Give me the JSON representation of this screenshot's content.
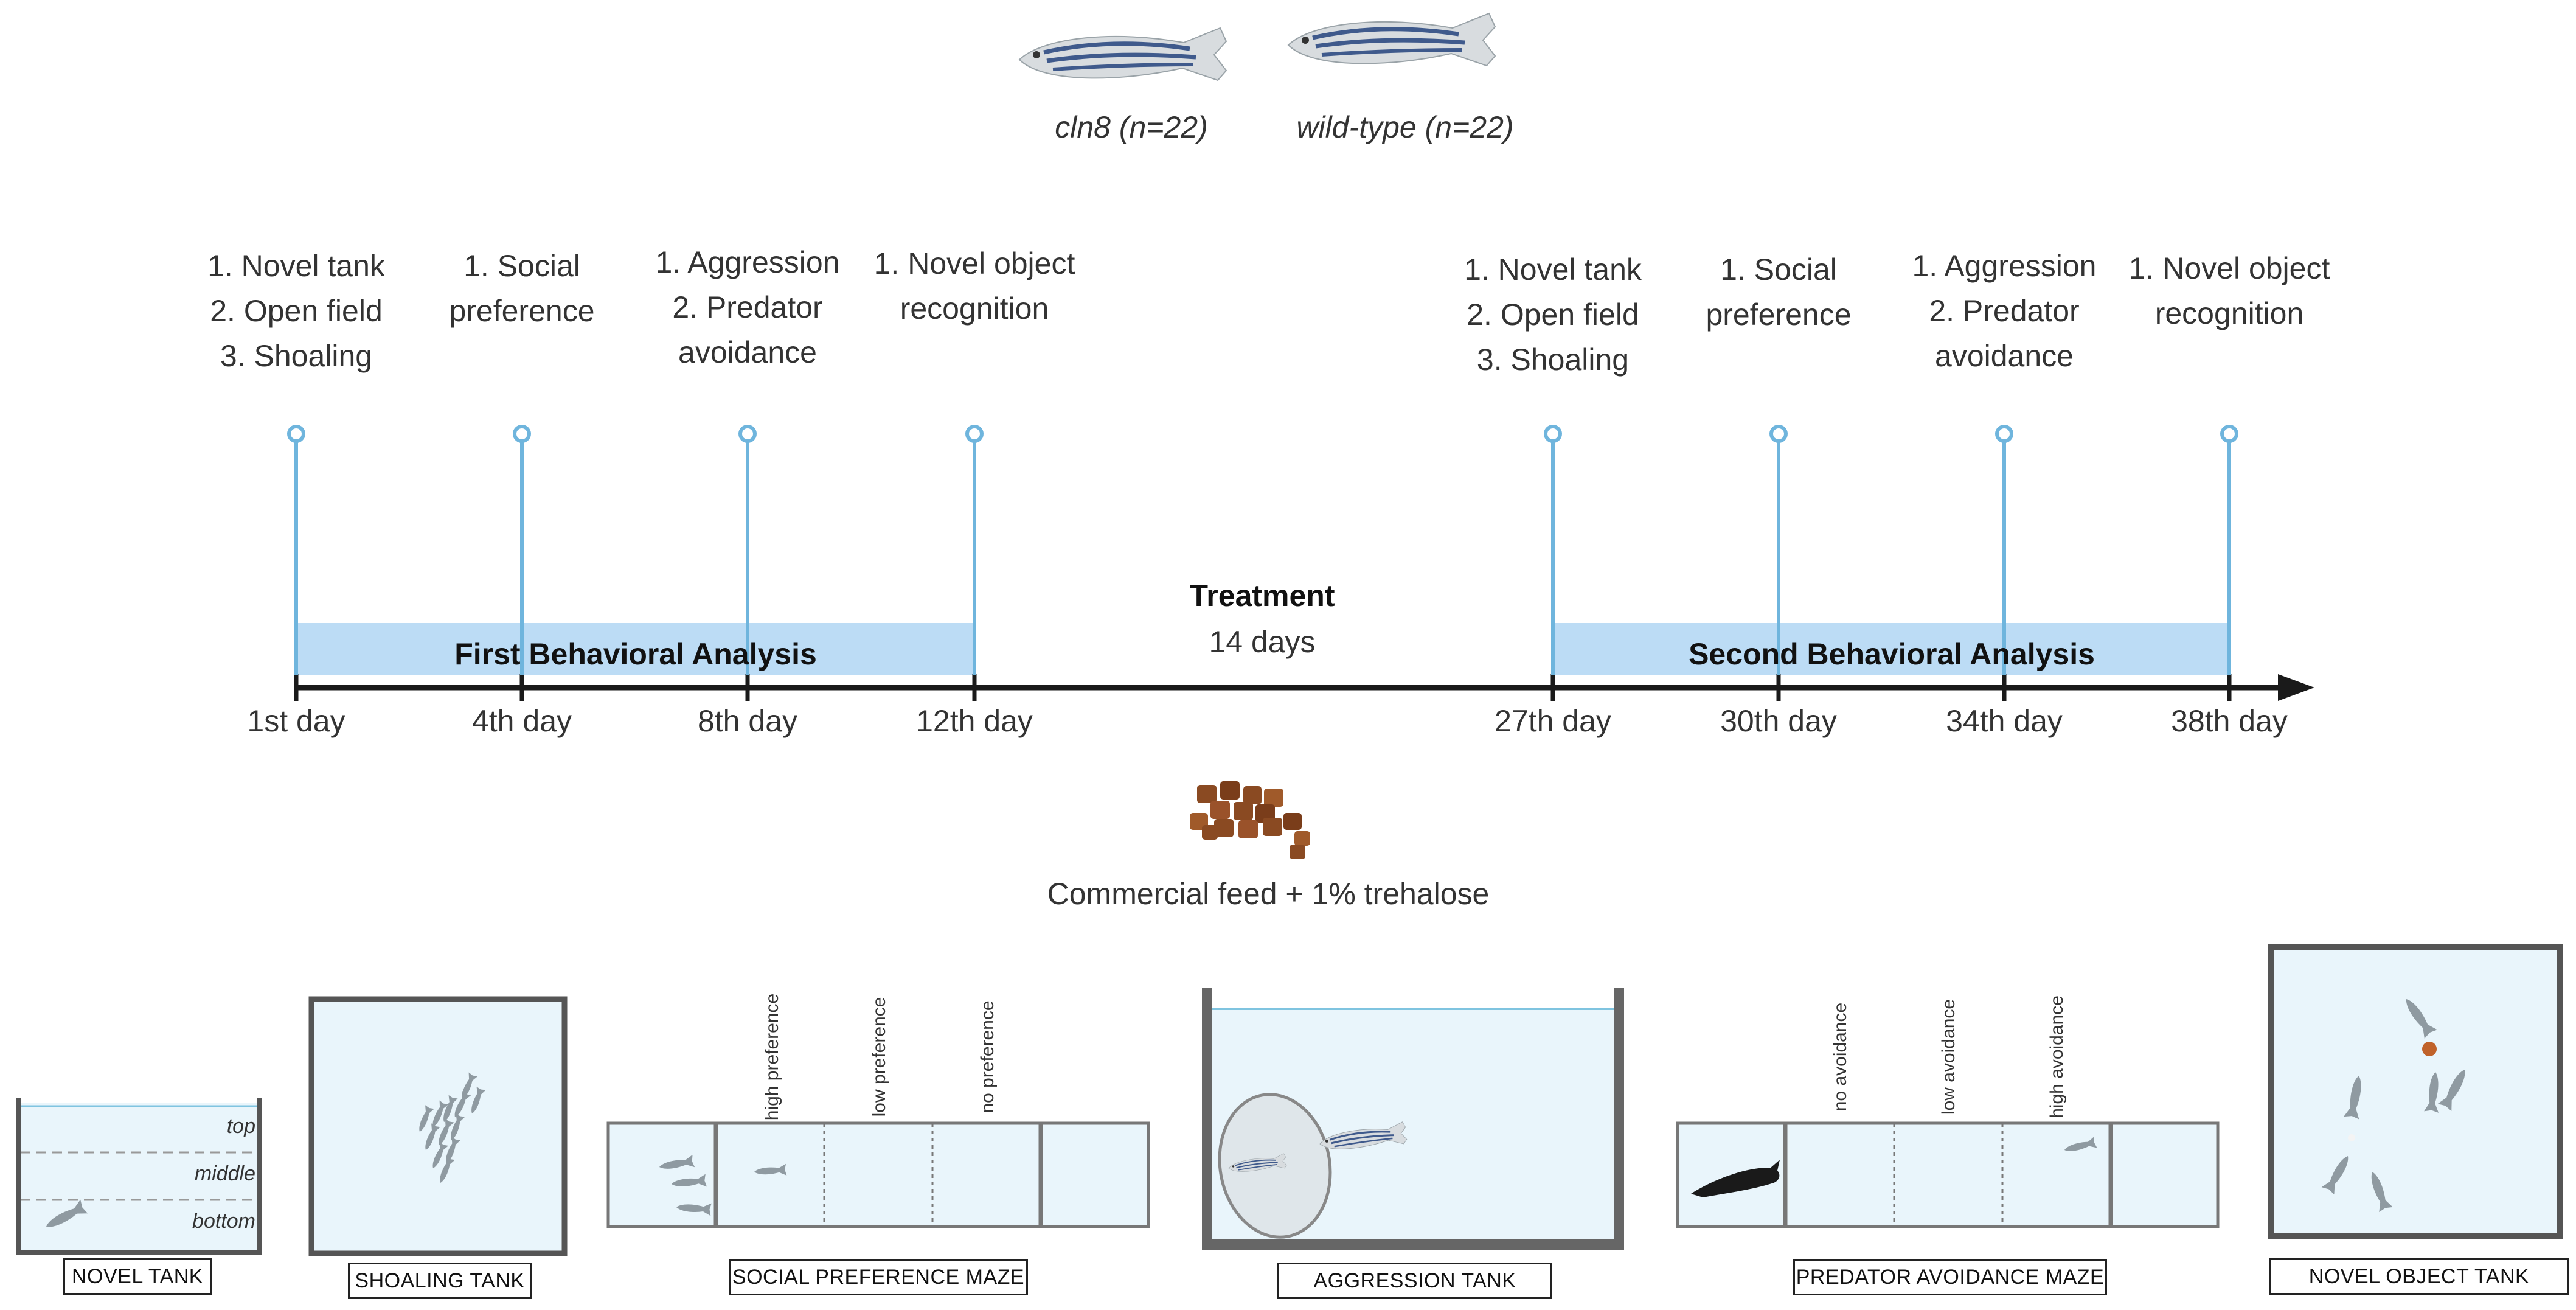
{
  "species": {
    "mutant": "cln8 (n=22)",
    "wildtype": "wild-type (n=22)"
  },
  "phases": {
    "first": "First Behavioral Analysis",
    "second": "Second Behavioral Analysis",
    "treatment_title": "Treatment",
    "treatment_duration": "14 days"
  },
  "days": [
    "1st day",
    "4th day",
    "8th day",
    "12th day",
    "27th day",
    "30th day",
    "34th day",
    "38th day"
  ],
  "tests": [
    [
      "1. Novel tank",
      "2. Open field",
      "3. Shoaling"
    ],
    [
      "1. Social",
      "preference"
    ],
    [
      "1. Aggression",
      "2. Predator",
      "avoidance"
    ],
    [
      "1. Novel object",
      "recognition"
    ],
    [
      "1. Novel tank",
      "2. Open field",
      "3. Shoaling"
    ],
    [
      "1. Social",
      "preference"
    ],
    [
      "1. Aggression",
      "2. Predator",
      "avoidance"
    ],
    [
      "1. Novel object",
      "recognition"
    ]
  ],
  "feed": "Commercial feed + 1% trehalose",
  "tanks": {
    "novel_tank": "NOVEL TANK",
    "novel_zones": [
      "top",
      "middle",
      "bottom"
    ],
    "shoaling": "SHOALING TANK",
    "social_maze": "SOCIAL PREFERENCE MAZE",
    "social_zones": [
      "high preference",
      "low preference",
      "no preference"
    ],
    "aggression": "AGGRESSION TANK",
    "predator_maze": "PREDATOR AVOIDANCE MAZE",
    "predator_zones": [
      "no avoidance",
      "low avoidance",
      "high avoidance"
    ],
    "novel_object": "NOVEL OBJECT TANK"
  },
  "colors": {
    "timeline_blue": "#bcdcf5",
    "marker_blue": "#6fb5dd",
    "water": "#e9f5fb",
    "axis": "#1a1a1a"
  }
}
